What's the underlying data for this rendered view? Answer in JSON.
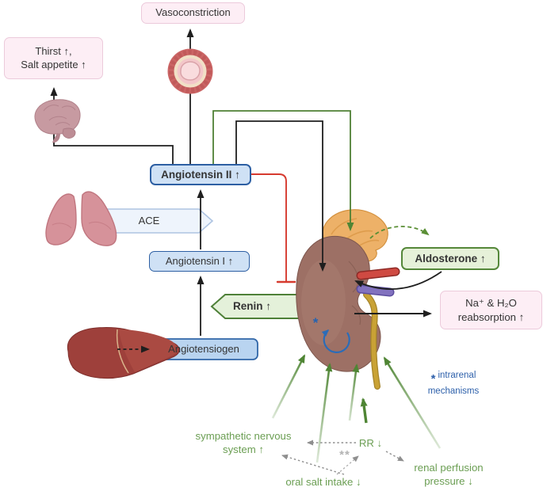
{
  "boxes": {
    "vasoconstriction": "Vasoconstriction",
    "thirst_line1": "Thirst ↑,",
    "thirst_line2": "Salt appetite ↑",
    "angiotensin_ii": "Angiotensin II ↑",
    "ace": "ACE",
    "angiotensin_i": "Angiotensin I ↑",
    "renin": "Renin ↑",
    "angiotensiogen": "Angiotensiogen",
    "aldosterone": "Aldosterone ↑",
    "na_h2o_line1": "Na⁺ & H₂O",
    "na_h2o_line2": "reabsorption ↑"
  },
  "stimuli": {
    "sympathetic_line1": "sympathetic nervous",
    "sympathetic_line2": "system ↑",
    "rr": "RR ↓",
    "oral_salt": "oral salt intake ↓",
    "renal_perfusion_line1": "renal perfusion",
    "renal_perfusion_line2": "pressure ↓",
    "double_star": "**"
  },
  "notes": {
    "kidney_star": "*",
    "intrarenal_star": "*",
    "intrarenal_line1": "intrarenal",
    "intrarenal_line2": "mechanisms"
  },
  "icons": {
    "brain-icon": "pink brain illustration",
    "blood-vessel-icon": "vessel cross-section illustration",
    "lungs-icon": "pink lungs illustration",
    "liver-icon": "dark red liver illustration",
    "kidney-icon": "kidney illustration",
    "adrenal-gland-icon": "orange adrenal gland illustration"
  },
  "colors": {
    "pink_fill": "#fdeef5",
    "pink_border": "#eccadb",
    "blue_fill": "#cfe1f5",
    "blue_border": "#2d5fa3",
    "green_fill": "#e6f1d9",
    "green_border": "#55883a",
    "arrow_black": "#1f1f1f",
    "arrow_green": "#4f8534",
    "inhibit_red": "#d63a2f",
    "relation_gray": "#8f8f8f",
    "intrarenal_blue": "#2b6cb8",
    "text_green": "#6b9e53",
    "text_blue": "#2c5faa"
  }
}
